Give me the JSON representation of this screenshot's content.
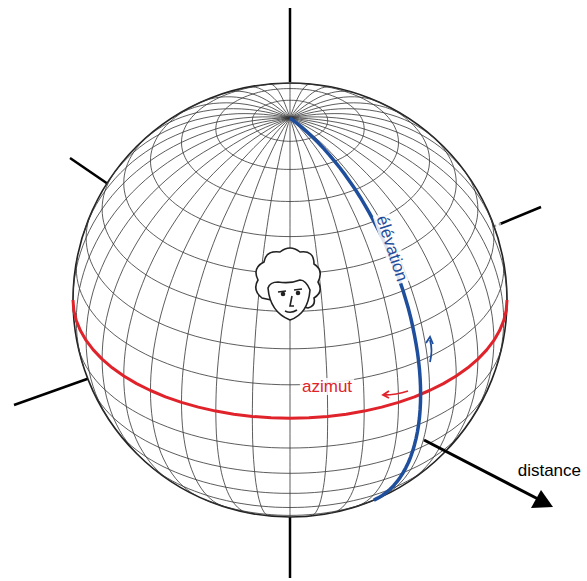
{
  "diagram": {
    "labels": [
      "élévation",
      "azimut",
      "distance"
    ]
  }
}
